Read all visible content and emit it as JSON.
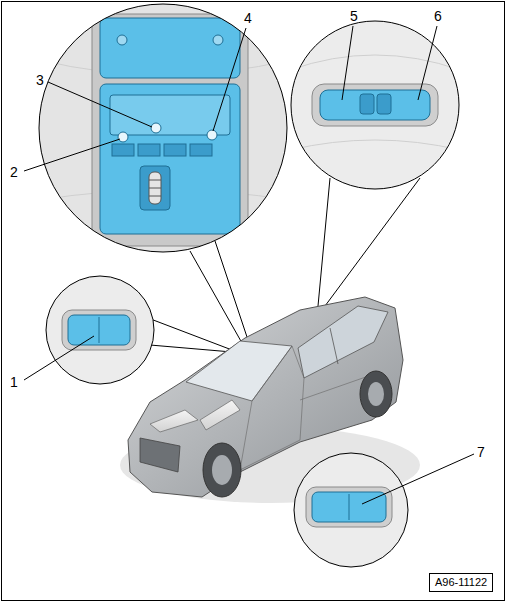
{
  "diagram": {
    "labels": [
      "1",
      "2",
      "3",
      "4",
      "5",
      "6",
      "7",
      "A96-11122"
    ]
  }
}
